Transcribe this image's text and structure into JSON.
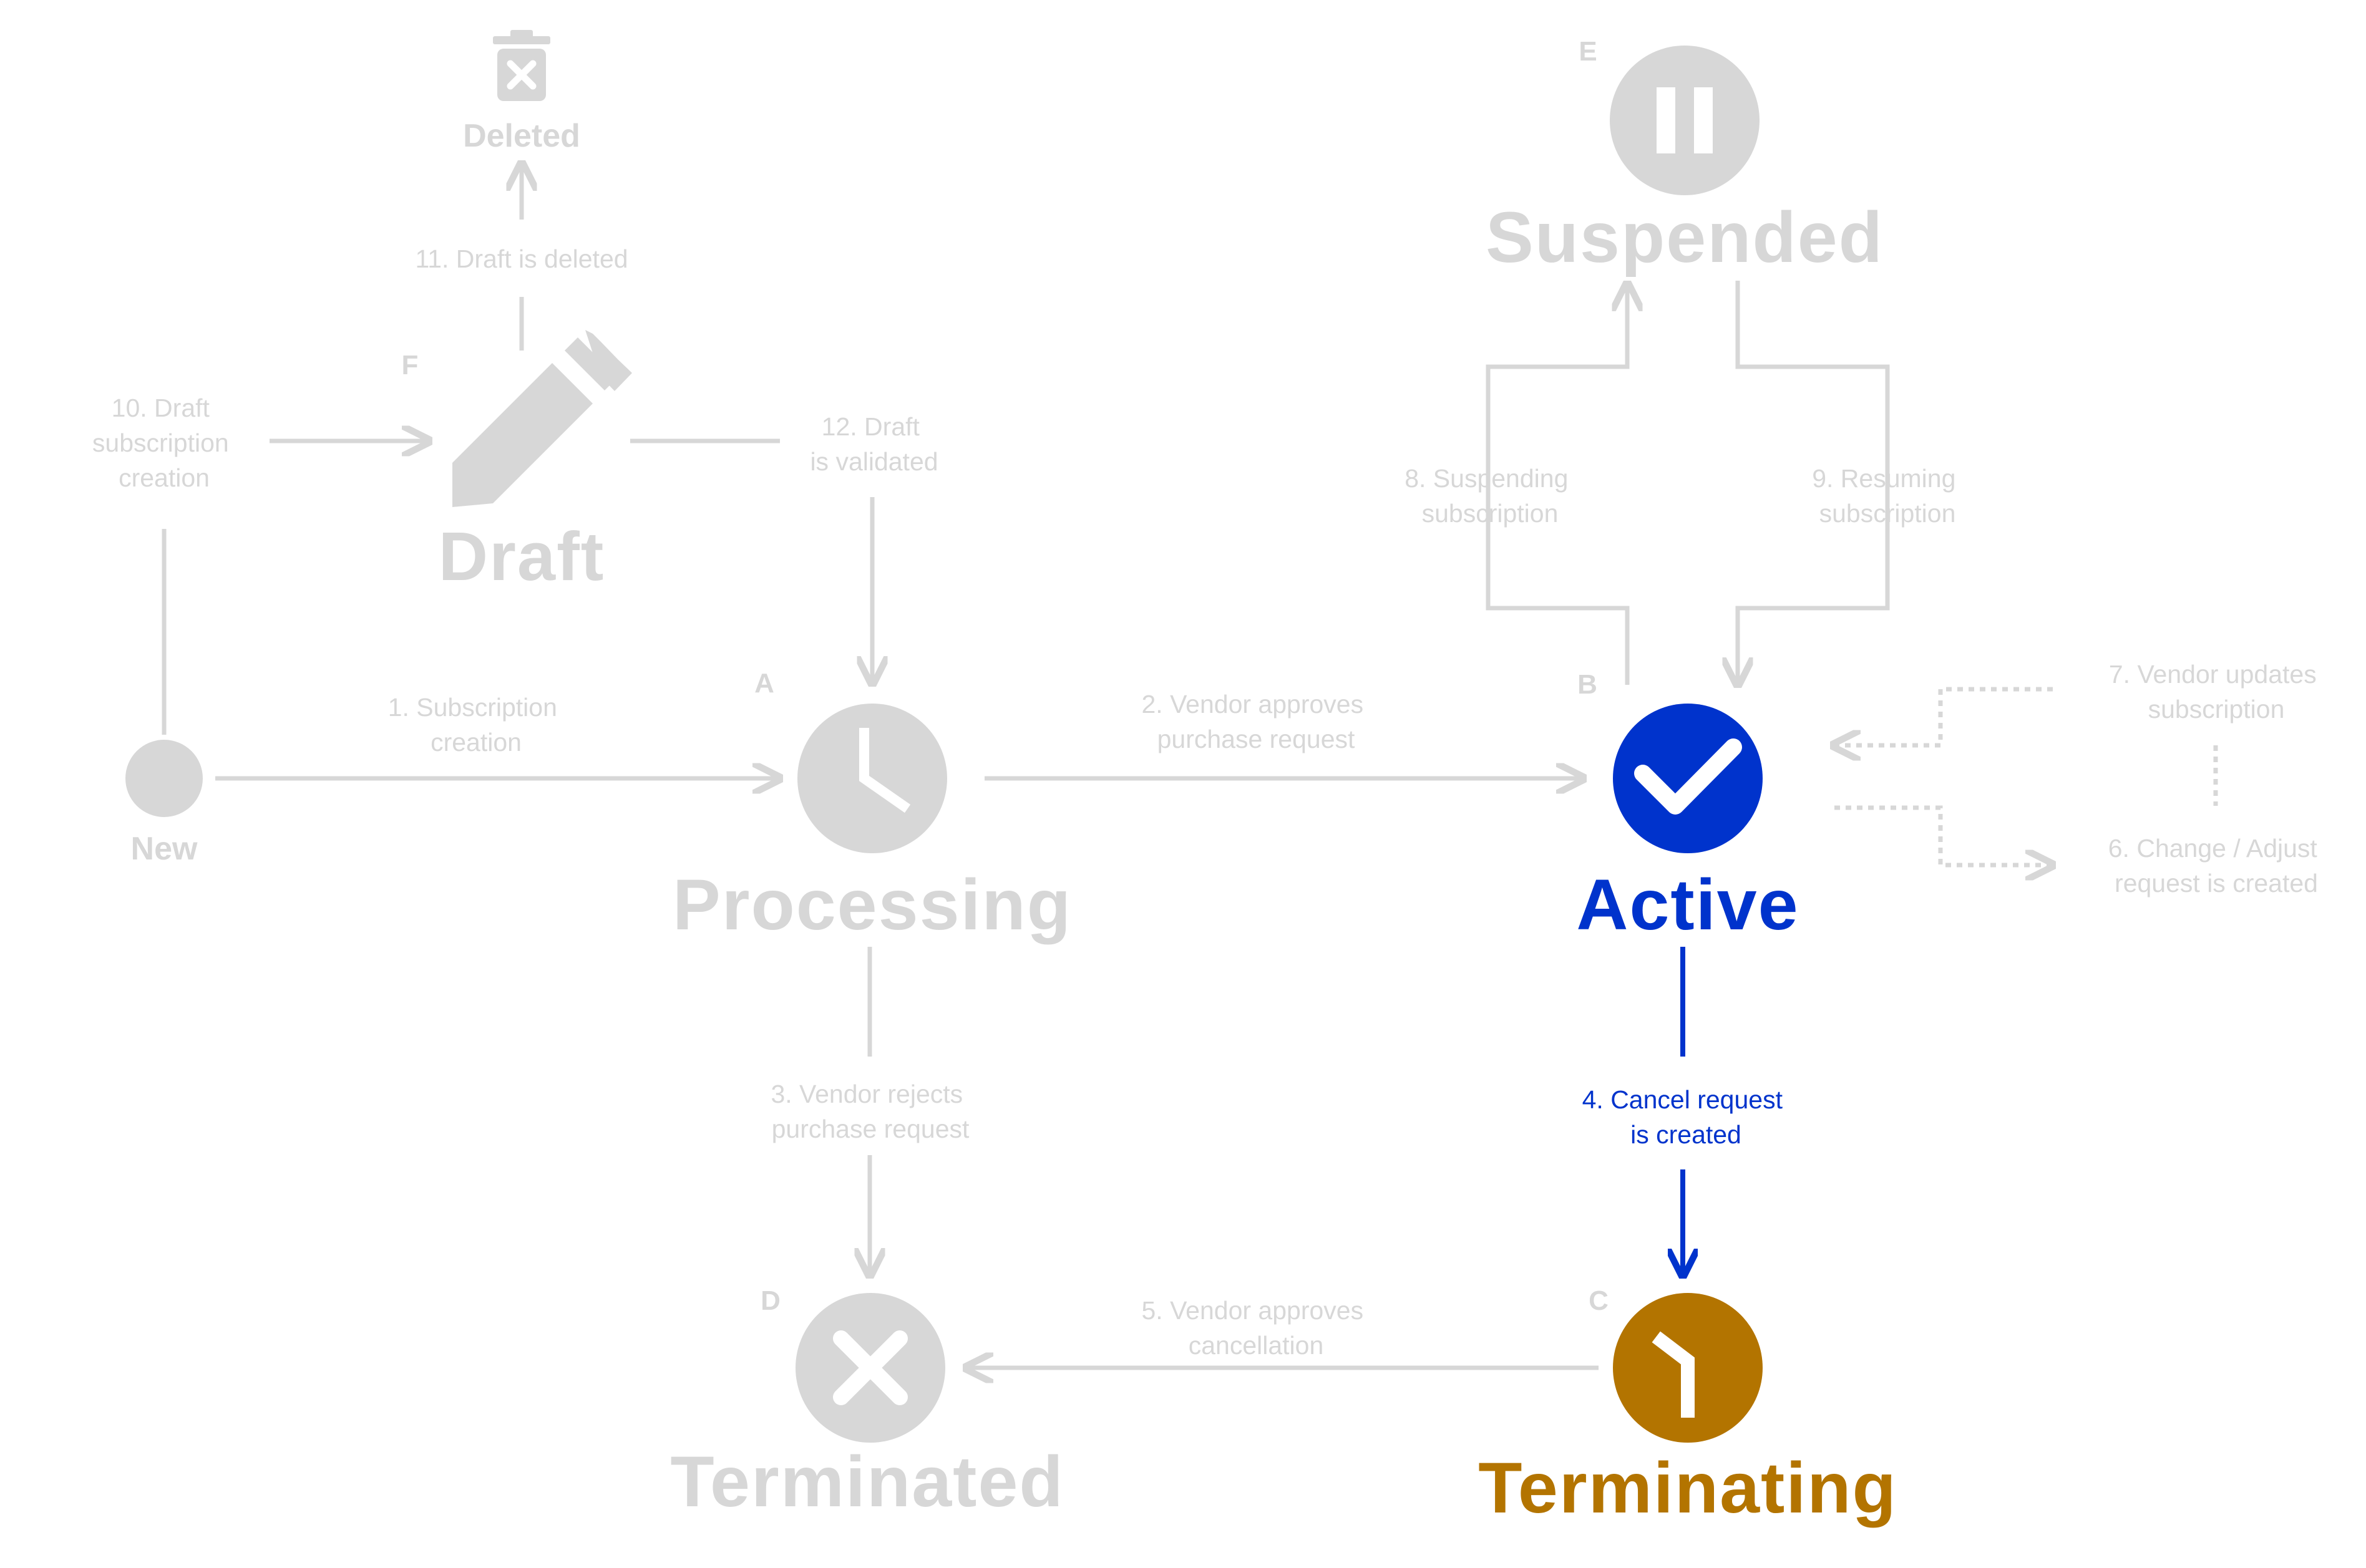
{
  "colors": {
    "inactive": "#d7d7d7",
    "active": "#0033cc",
    "terminating": "#b37400",
    "background": "#ffffff"
  },
  "states": {
    "new": {
      "label": "New"
    },
    "deleted": {
      "label": "Deleted",
      "icon": "trash-icon"
    },
    "draft": {
      "letter": "F",
      "label": "Draft",
      "icon": "pencil-icon"
    },
    "processing": {
      "letter": "A",
      "label": "Processing",
      "icon": "clock-icon"
    },
    "active": {
      "letter": "B",
      "label": "Active",
      "icon": "check-icon"
    },
    "suspended": {
      "letter": "E",
      "label": "Suspended",
      "icon": "pause-icon"
    },
    "terminating": {
      "letter": "C",
      "label": "Terminating",
      "icon": "half-clock-icon"
    },
    "terminated": {
      "letter": "D",
      "label": "Terminated",
      "icon": "x-icon"
    }
  },
  "transitions": {
    "t1": [
      "1. Subscription",
      "creation"
    ],
    "t2": [
      "2. Vendor approves",
      "purchase request"
    ],
    "t3": [
      "3. Vendor rejects",
      "purchase request"
    ],
    "t4": [
      "4. Cancel request",
      "is created"
    ],
    "t5": [
      "5. Vendor approves",
      "cancellation"
    ],
    "t6": [
      "6. Change / Adjust",
      "request is created"
    ],
    "t7": [
      "7. Vendor updates",
      "subscription"
    ],
    "t8": [
      "8. Suspending",
      "subscription"
    ],
    "t9": [
      "9. Resuming",
      "subscription"
    ],
    "t10": [
      "10. Draft",
      "subscription",
      "creation"
    ],
    "t11": [
      "11. Draft is deleted"
    ],
    "t12": [
      "12. Draft",
      "is validated"
    ]
  }
}
